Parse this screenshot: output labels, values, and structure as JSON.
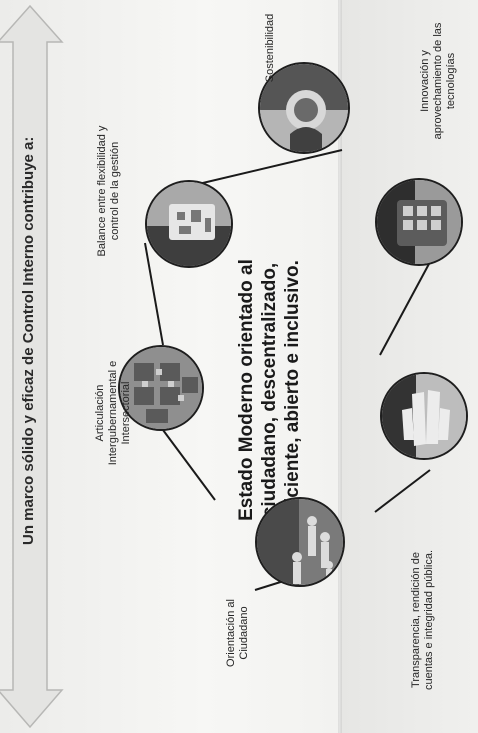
{
  "banner": {
    "text": "Un marco sólido y eficaz de Control Interno contribuye  a:"
  },
  "center": {
    "line1": "Estado Moderno orientado al",
    "line2": "ciudadano, descentralizado,",
    "line3": "eficiente, abierto e inclusivo."
  },
  "nodes": [
    {
      "id": "orientacion",
      "line1": "Orientación al",
      "line2": "Ciudadano",
      "line3": "",
      "icon": "citizens-photo-icon"
    },
    {
      "id": "articulacion",
      "line1": "Articulación",
      "line2": "Intergubernamental e",
      "line3": "Intersectorial",
      "icon": "puzzle-photo-icon"
    },
    {
      "id": "balance",
      "line1": "Balance entre flexibilidad y",
      "line2": "control de la gestión",
      "line3": "",
      "icon": "balance-photo-icon"
    },
    {
      "id": "sostenibilidad",
      "line1": "Sostenibilidad",
      "line2": "",
      "line3": "",
      "icon": "sustainability-photo-icon"
    },
    {
      "id": "innovacion",
      "line1": "Innovación y",
      "line2": "aprovechamiento de las",
      "line3": "tecnologías",
      "icon": "technology-photo-icon"
    },
    {
      "id": "transparencia",
      "line1": "Transparencia, rendición de",
      "line2": "cuentas e integridad pública.",
      "line3": "",
      "icon": "hands-photo-icon"
    }
  ],
  "colors": {
    "arrow_fill": "#e4e4e2",
    "arrow_stroke": "#b7b7b5",
    "line": "#1a1a1a",
    "circle_border": "#1e1e1e"
  }
}
